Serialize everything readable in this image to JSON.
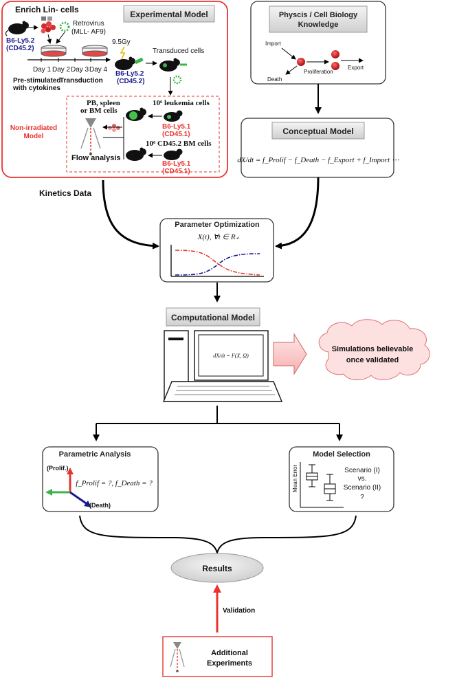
{
  "experimental": {
    "title": "Experimental Model",
    "enrich": "Enrich Lin- cells",
    "retrovirus_1": "Retrovirus",
    "retrovirus_2": "(MLL- AF9)",
    "b6_ly52": "B6-Ly5.2",
    "cd452": "(CD45.2)",
    "dose": "9.5Gy",
    "transduced": "Transduced cells",
    "day1": "Day 1",
    "day2": "Day 2",
    "day3": "Day 3",
    "day4": "Day 4",
    "prestim_1": "Pre-stimulated",
    "prestim_2": "with cytokines",
    "transduction": "Transduction",
    "recipient_1": "B6-Ly5.2",
    "recipient_2": "(CD45.2)",
    "pb_1": "PB, spleen",
    "pb_2": "or BM cells",
    "leukemia": "10⁶ leukemia cells",
    "b6_ly51_a": "B6-Ly5.1",
    "cd451_a": "(CD45.1)",
    "bm_cells": "10⁶ CD45.2 BM cells",
    "b6_ly51_b": "B6-Ly5.1",
    "cd451_b": "(CD45.1)",
    "flow": "Flow analysis",
    "nonirr_1": "Non-irradiated",
    "nonirr_2": "Model"
  },
  "kinetics_label": "Kinetics Data",
  "physics": {
    "title_1": "Physcis / Cell Biology",
    "title_2": "Knowledge",
    "import": "Import",
    "proliferation": "Proliferation",
    "export": "Export",
    "death": "Death"
  },
  "conceptual": {
    "title": "Conceptual Model",
    "equation": "dX/dt = f_Prolif − f_Death − f_Export + f_Import ⋯"
  },
  "parameter": {
    "title": "Parameter Optimization",
    "formula": "X(t), ∀t ∈ R₊"
  },
  "computational": {
    "title": "Computational Model",
    "screen_eq": "dX/dt = F(X, Ω)"
  },
  "cloud": {
    "line1": "Simulations believable",
    "line2": "once validated"
  },
  "parametric": {
    "title": "Parametric Analysis",
    "prolif": "(Prolif.)",
    "death": "(Death)",
    "formula": "f_Prolif = ?, f_Death = ?"
  },
  "selection": {
    "title": "Model Selection",
    "ylabel": "Mean Error",
    "s1": "Scenario (I)",
    "vs": "vs.",
    "s2": "Scenario (II)",
    "q": "?"
  },
  "results": "Results",
  "validation": "Validation",
  "additional_1": "Additional",
  "additional_2": "Experiments",
  "colors": {
    "red_frame": "#e8332e",
    "dark_blue": "#1a1a8c",
    "cloud": "#fde0e0",
    "results_fill": "#e6e6e6"
  }
}
